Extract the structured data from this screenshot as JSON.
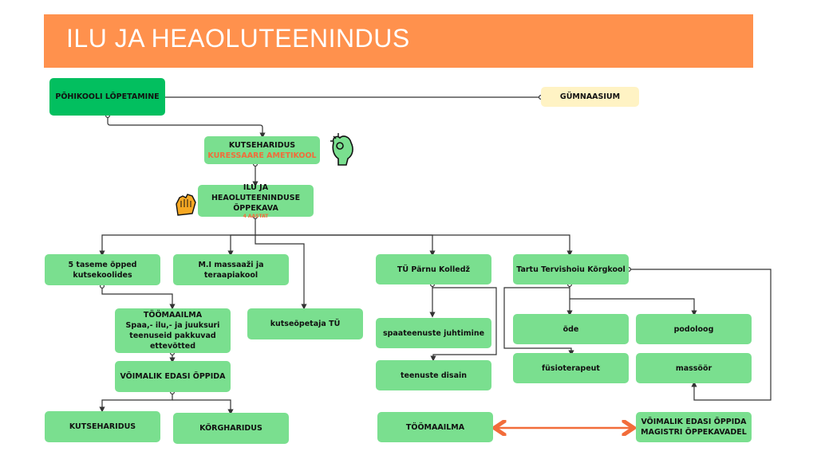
{
  "title": "ILU JA HEAOLUTEENINDUS",
  "colors": {
    "banner": "#FF914D",
    "node": "#7ADF8F",
    "node_dark": "#02BF5F",
    "node_cream": "#FFF3C4",
    "accent": "#F26C3A",
    "connector": "#333333"
  },
  "nodes": {
    "pohikool": "PÕHIKOOLI LÕPETAMINE",
    "gumnaasium": "GÜMNAASIUM",
    "kutseharidus_top": {
      "line1": "KUTSEHARIDUS",
      "line2": "KURESSAARE AMETIKOOL"
    },
    "oppekava": {
      "line1": "ILU JA HEAOLUTEENINDUSE",
      "line2": "ÕPPEKAVA",
      "line3": "4 AASTAT"
    },
    "taseme5": {
      "line1": "5 taseme õpped",
      "line2": "kutsekoolides"
    },
    "massaazikool": "M.I massaaži ja teraapiakool",
    "kutseopetaja": "kutseõpetaja TÜ",
    "parnu": "TÜ Pärnu Kolledž",
    "tartu": "Tartu Tervishoiu Kõrgkool",
    "toomaailm_left": {
      "line1": "TÖÖMAAILMA",
      "line2": "Spaa,- ilu,- ja juuksuri",
      "line3": "teenuseid pakkuvad",
      "line4": "ettevõtted"
    },
    "edasi_left": "VÕIMALIK EDASI ÕPPIDA",
    "kutseharidus_bottom": "KUTSEHARIDUS",
    "korgharidus": "KÕRGHARIDUS",
    "spaa": "spaateenuste juhtimine",
    "disain": "teenuste disain",
    "ode": "õde",
    "podoloog": "podoloog",
    "fusioterapeut": "füsioterapeut",
    "massoor": "massöör",
    "toomaailm_right": "TÖÖMAAILMA",
    "magistri": {
      "line1": "VÕIMALIK EDASI ÕPPIDA",
      "line2": "MAGISTRI ÕPPEKAVADEL"
    }
  },
  "icons": {
    "ok_hand": "ok-hand-icon",
    "high_five": "high-five-icon"
  }
}
